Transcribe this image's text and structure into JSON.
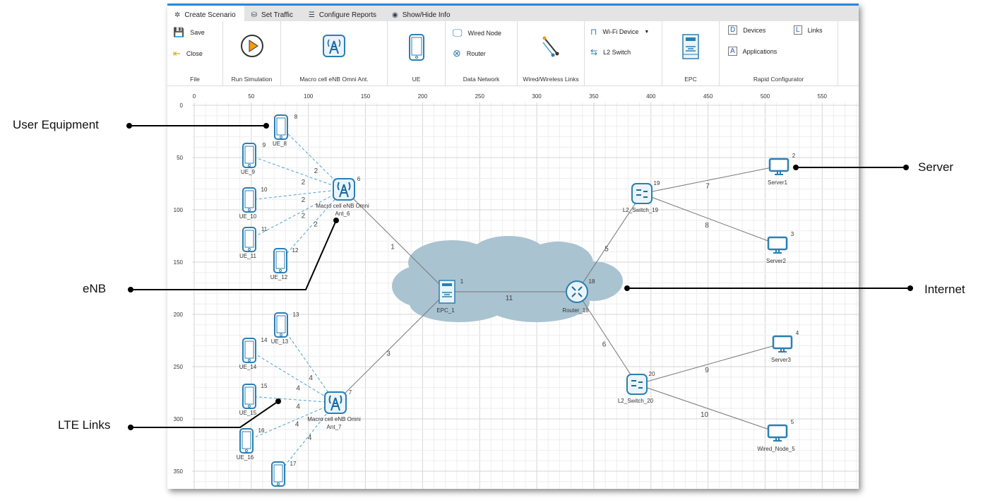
{
  "tabs": [
    "Create Scenario",
    "Set Traffic",
    "Configure Reports",
    "Show/Hide Info"
  ],
  "ribbon": {
    "file": {
      "save": "Save",
      "close": "Close",
      "label": "File"
    },
    "run": {
      "label": "Run Simulation"
    },
    "enb": {
      "label": "Macro cell eNB Omni Ant."
    },
    "ue": {
      "label": "UE"
    },
    "datanet": {
      "wired_node": "Wired Node",
      "router": "Router",
      "label": "Data Network"
    },
    "links": {
      "label": "Wired/Wireless Links"
    },
    "wifi": {
      "wifi_device": "Wi-Fi Device",
      "l2switch": "L2 Switch"
    },
    "epc": {
      "label": "EPC"
    },
    "rapid": {
      "devices": "Devices",
      "links": "Links",
      "applications": "Applications",
      "label": "Rapid Configurator"
    }
  },
  "ruler": {
    "x": [
      "0",
      "50",
      "100",
      "150",
      "200",
      "250",
      "300",
      "350",
      "400",
      "450",
      "500",
      "550"
    ],
    "y": [
      "0",
      "50",
      "100",
      "150",
      "200",
      "250",
      "300",
      "350"
    ]
  },
  "nodes": [
    {
      "key": "ue8",
      "type": "ue",
      "name": "UE_8",
      "id": "8"
    },
    {
      "key": "ue9",
      "type": "ue",
      "name": "UE_9",
      "id": "9"
    },
    {
      "key": "ue10",
      "type": "ue",
      "name": "UE_10",
      "id": "10"
    },
    {
      "key": "ue11",
      "type": "ue",
      "name": "UE_11",
      "id": "11"
    },
    {
      "key": "ue12",
      "type": "ue",
      "name": "UE_12",
      "id": "12"
    },
    {
      "key": "enb6",
      "type": "enb",
      "name": "Macro cell eNB Omni",
      "name2": "Ant_6",
      "id": "6"
    },
    {
      "key": "ue13",
      "type": "ue",
      "name": "UE_13",
      "id": "13"
    },
    {
      "key": "ue14",
      "type": "ue",
      "name": "UE_14",
      "id": "14"
    },
    {
      "key": "ue15",
      "type": "ue",
      "name": "UE_15",
      "id": "15"
    },
    {
      "key": "ue16",
      "type": "ue",
      "name": "UE_16",
      "id": "16"
    },
    {
      "key": "ue17",
      "type": "ue",
      "name": "",
      "id": "17"
    },
    {
      "key": "enb7",
      "type": "enb",
      "name": "Macro cell eNB Omni",
      "name2": "Ant_7",
      "id": "7"
    },
    {
      "key": "epc1",
      "type": "epc",
      "name": "EPC_1",
      "id": "1"
    },
    {
      "key": "router18",
      "type": "router",
      "name": "Router_18",
      "id": "18"
    },
    {
      "key": "sw19",
      "type": "switch",
      "name": "L2_Switch_19",
      "id": "19"
    },
    {
      "key": "sw20",
      "type": "switch",
      "name": "L2_Switch_20",
      "id": "20"
    },
    {
      "key": "server1",
      "type": "server",
      "name": "Server1",
      "id": "2"
    },
    {
      "key": "server2",
      "type": "server",
      "name": "Server2",
      "id": "3"
    },
    {
      "key": "server3",
      "type": "server",
      "name": "Server3",
      "id": "4"
    },
    {
      "key": "wn5",
      "type": "server",
      "name": "Wired_Node_5",
      "id": "5"
    }
  ],
  "links": [
    {
      "a": "ue8",
      "b": "enb6",
      "label": "2",
      "wireless": true
    },
    {
      "a": "ue9",
      "b": "enb6",
      "label": "2",
      "wireless": true
    },
    {
      "a": "ue10",
      "b": "enb6",
      "label": "2",
      "wireless": true
    },
    {
      "a": "ue11",
      "b": "enb6",
      "label": "2",
      "wireless": true
    },
    {
      "a": "ue12",
      "b": "enb6",
      "label": "2",
      "wireless": true
    },
    {
      "a": "ue13",
      "b": "enb7",
      "label": "4",
      "wireless": true
    },
    {
      "a": "ue14",
      "b": "enb7",
      "label": "4",
      "wireless": true
    },
    {
      "a": "ue15",
      "b": "enb7",
      "label": "4",
      "wireless": true
    },
    {
      "a": "ue16",
      "b": "enb7",
      "label": "4",
      "wireless": true
    },
    {
      "a": "ue17",
      "b": "enb7",
      "label": "4",
      "wireless": true
    },
    {
      "a": "enb6",
      "b": "epc1",
      "label": "1",
      "wireless": false
    },
    {
      "a": "enb7",
      "b": "epc1",
      "label": "3",
      "wireless": false
    },
    {
      "a": "epc1",
      "b": "router18",
      "label": "11",
      "wireless": false
    },
    {
      "a": "router18",
      "b": "sw19",
      "label": "5",
      "wireless": false
    },
    {
      "a": "router18",
      "b": "sw20",
      "label": "6",
      "wireless": false
    },
    {
      "a": "sw19",
      "b": "server1",
      "label": "7",
      "wireless": false
    },
    {
      "a": "sw19",
      "b": "server2",
      "label": "8",
      "wireless": false
    },
    {
      "a": "sw20",
      "b": "server3",
      "label": "9",
      "wireless": false
    },
    {
      "a": "sw20",
      "b": "wn5",
      "label": "10",
      "wireless": false
    }
  ],
  "callouts": {
    "ue": "User Equipment",
    "enb": "eNB",
    "lte": "LTE Links",
    "server": "Server",
    "internet": "Internet"
  },
  "colors": {
    "accent": "#2b87d8",
    "node": "#2a7fb3",
    "cloud": "#a9c3d0",
    "wireless": "#4aa3cc"
  }
}
